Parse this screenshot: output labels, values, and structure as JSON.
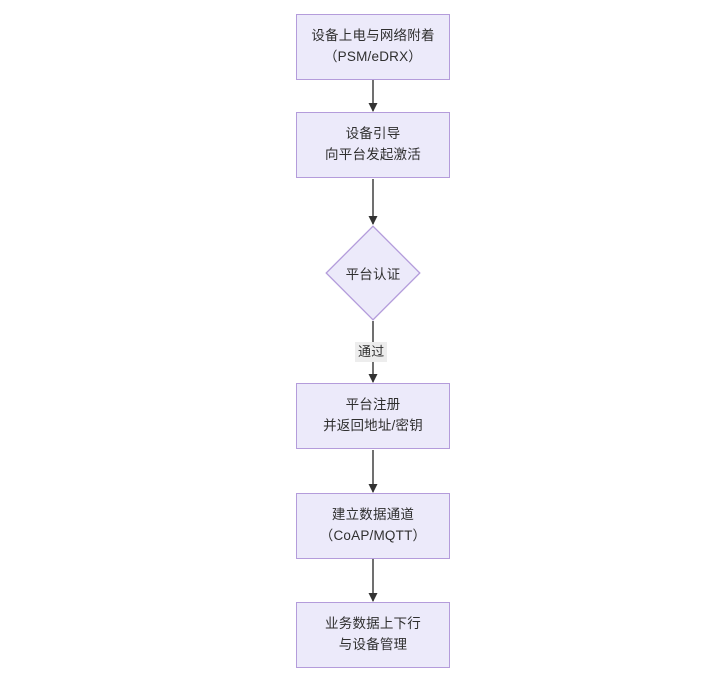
{
  "diagram": {
    "type": "flowchart",
    "direction": "top-to-bottom",
    "background_color": "#ffffff",
    "node_fill_color": "#ECEAFA",
    "node_border_color": "#B49CDB",
    "edge_color": "#333333",
    "text_color": "#2f2f2f",
    "edge_label_background": "#ededed",
    "nodes": [
      {
        "id": "n1",
        "shape": "rectangle",
        "text": "设备上电与网络附着\n（PSM/eDRX）"
      },
      {
        "id": "n2",
        "shape": "rectangle",
        "text": "设备引导\n向平台发起激活"
      },
      {
        "id": "n3",
        "shape": "diamond",
        "text": "平台认证"
      },
      {
        "id": "n4",
        "shape": "rectangle",
        "text": "平台注册\n并返回地址/密钥"
      },
      {
        "id": "n5",
        "shape": "rectangle",
        "text": "建立数据通道\n（CoAP/MQTT）"
      },
      {
        "id": "n6",
        "shape": "rectangle",
        "text": "业务数据上下行\n与设备管理"
      }
    ],
    "edges": [
      {
        "id": "e1",
        "from": "n1",
        "to": "n2",
        "label": ""
      },
      {
        "id": "e2",
        "from": "n2",
        "to": "n3",
        "label": ""
      },
      {
        "id": "e3",
        "from": "n3",
        "to": "n4",
        "label": "通过"
      },
      {
        "id": "e4",
        "from": "n4",
        "to": "n5",
        "label": ""
      },
      {
        "id": "e5",
        "from": "n5",
        "to": "n6",
        "label": ""
      }
    ]
  }
}
